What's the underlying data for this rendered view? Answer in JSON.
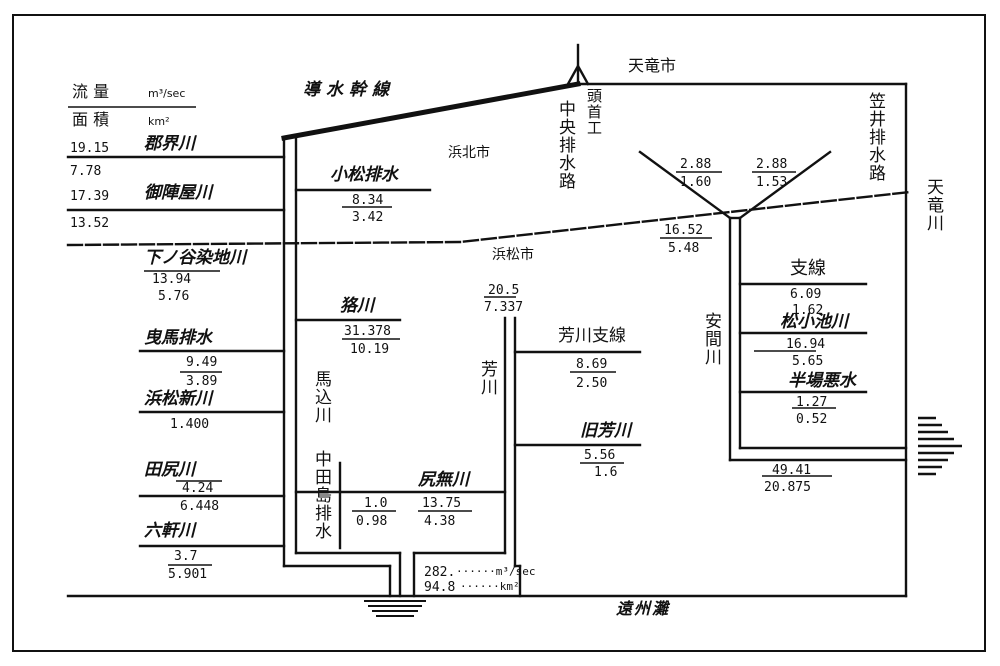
{
  "legend": {
    "flow_label": "流 量",
    "flow_unit": "m³/sec",
    "area_label": "面 積",
    "area_unit": "km²"
  },
  "cities": {
    "tenryu_city": "天竜市",
    "hamakita_city": "浜北市",
    "hamamatsu_city": "浜松市"
  },
  "canal": {
    "main_line": "導水幹線",
    "headworks": "頭首工",
    "central_drain": "中央排水路",
    "kasai_drain": "笠井排水路"
  },
  "rivers": {
    "tenryu": "天竜川",
    "gunkai": {
      "name": "郡界川",
      "flow": "19.15",
      "area": "7.78"
    },
    "gojinya": {
      "name": "御陣屋川",
      "flow": "17.39",
      "area": "13.52"
    },
    "shimonoya": {
      "name": "下ノ谷染地川",
      "flow": "13.94",
      "area": "5.76"
    },
    "umagome_drain": {
      "name": "曳馬排水",
      "flow": "9.49",
      "area": "3.89"
    },
    "hamamatsu_shinkawa": {
      "name": "浜松新川",
      "flow": "1.400"
    },
    "tajiri": {
      "name": "田尻川",
      "flow": "4.24",
      "area": "6.448"
    },
    "rokken": {
      "name": "六軒川",
      "flow": "3.7",
      "area": "5.901"
    },
    "komatsu": {
      "name": "小松排水",
      "flow": "8.34",
      "area": "3.42"
    },
    "inokawa": {
      "name": "狢川",
      "flow": "31.378",
      "area": "10.19"
    },
    "umagome": {
      "name": "馬込川"
    },
    "nakatajima": {
      "name": "中田島排水",
      "flow": "1.0",
      "area": "0.98"
    },
    "shinashi": {
      "name": "尻無川",
      "flow": "13.75",
      "area": "4.38"
    },
    "haga": {
      "name": "芳川",
      "flow": "20.5",
      "area": "7.337"
    },
    "haga_branch": {
      "name": "芳川支線",
      "flow": "8.69",
      "area": "2.50"
    },
    "old_haga": {
      "name": "旧芳川",
      "flow": "5.56",
      "area": "1.6"
    },
    "anma": {
      "name": "安間川"
    },
    "branch": {
      "name": "支線",
      "flow": "6.09",
      "area": "1.62"
    },
    "matsukoike": {
      "name": "松小池川",
      "flow": "16.94",
      "area": "5.65"
    },
    "hanba": {
      "name": "半場悪水",
      "flow": "1.27",
      "area": "0.52"
    }
  },
  "values": {
    "y_left": {
      "flow": "2.88",
      "area": "1.60"
    },
    "y_right": {
      "flow": "2.88",
      "area": "1.53"
    },
    "y_junction": {
      "flow": "16.52",
      "area": "5.48"
    },
    "anma_outlet": {
      "flow": "49.41",
      "area": "20.875"
    },
    "total_flow": "282.",
    "total_flow_unit": "······m³/sec",
    "total_area": "94.8",
    "total_area_unit": "······km²"
  },
  "sea": "遠州灘"
}
